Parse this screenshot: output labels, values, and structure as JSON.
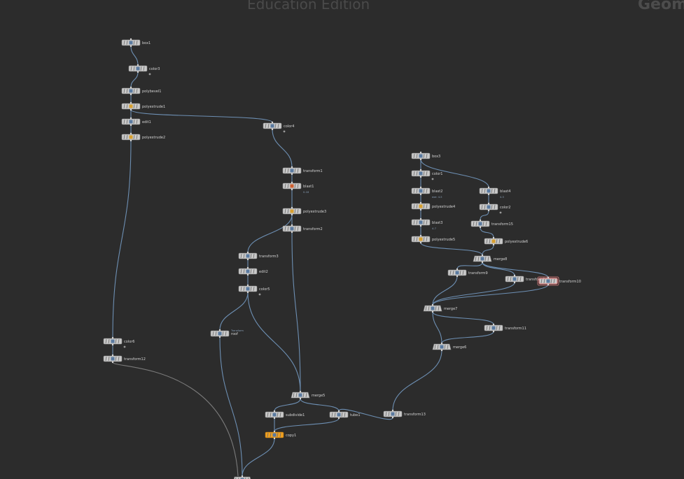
{
  "watermark_left": "Education Edition",
  "watermark_right": "Geom",
  "colors": {
    "wire": "#6d8fb3",
    "node": "#c9c9c9",
    "selected_outline": "#e08080",
    "render_flag": "#f0a020"
  },
  "nodes": [
    {
      "id": "box1",
      "label": "box1",
      "icon": "box-icon"
    },
    {
      "id": "color3",
      "label": "color3",
      "icon": "color-icon"
    },
    {
      "id": "polybevel1",
      "label": "polybevel1",
      "icon": "polybevel-icon"
    },
    {
      "id": "polyextrude1",
      "label": "polyextrude1",
      "icon": "polyextrude-icon"
    },
    {
      "id": "edit1",
      "label": "edit1",
      "icon": "edit-icon"
    },
    {
      "id": "polyextrude2",
      "label": "polyextrude2",
      "icon": "polyextrude-icon"
    },
    {
      "id": "color4",
      "label": "color4",
      "icon": "color-icon"
    },
    {
      "id": "transform1",
      "label": "transform1",
      "icon": "transform-icon"
    },
    {
      "id": "blast1",
      "label": "blast1",
      "sub": "0-18",
      "icon": "blast-icon"
    },
    {
      "id": "polyextrude3",
      "label": "polyextrude3",
      "icon": "polyextrude-icon"
    },
    {
      "id": "transform2",
      "label": "transform2",
      "icon": "transform-icon"
    },
    {
      "id": "transform3",
      "label": "transform3",
      "icon": "transform-icon"
    },
    {
      "id": "edit2",
      "label": "edit2",
      "icon": "edit-icon"
    },
    {
      "id": "color5",
      "label": "color5",
      "icon": "color-icon"
    },
    {
      "id": "roof",
      "label": "roof",
      "sub": "Transform",
      "icon": "transform-icon"
    },
    {
      "id": "color6",
      "label": "color6",
      "icon": "color-icon"
    },
    {
      "id": "transform12",
      "label": "transform12",
      "icon": "transform-icon"
    },
    {
      "id": "merge5",
      "label": "merge5",
      "icon": "merge-icon"
    },
    {
      "id": "subdivide1",
      "label": "subdivide1",
      "icon": "subdivide-icon"
    },
    {
      "id": "copy1",
      "label": "copy1",
      "icon": "copy-icon"
    },
    {
      "id": "tube1",
      "label": "tube1",
      "icon": "tube-icon"
    },
    {
      "id": "transform13",
      "label": "transform13",
      "icon": "transform-icon"
    },
    {
      "id": "box3",
      "label": "box3",
      "icon": "box-icon"
    },
    {
      "id": "color1",
      "label": "color1",
      "icon": "color-icon"
    },
    {
      "id": "blast2",
      "label": "blast2",
      "sub": "exe: 4-5",
      "icon": "blast-icon"
    },
    {
      "id": "polyextrude4",
      "label": "polyextrude4",
      "icon": "polyextrude-icon"
    },
    {
      "id": "blast3",
      "label": "blast3",
      "sub": "4-7",
      "icon": "blast-icon"
    },
    {
      "id": "polyextrude5",
      "label": "polyextrude5",
      "icon": "polyextrude-icon"
    },
    {
      "id": "blast4",
      "label": "blast4",
      "sub": "4-5",
      "icon": "blast-icon"
    },
    {
      "id": "color2",
      "label": "color2",
      "icon": "color-icon"
    },
    {
      "id": "transform15",
      "label": "transform15",
      "icon": "transform-icon"
    },
    {
      "id": "polyextrude6",
      "label": "polyextrude6",
      "icon": "polyextrude-icon"
    },
    {
      "id": "merge8",
      "label": "merge8",
      "icon": "merge-icon"
    },
    {
      "id": "transform9",
      "label": "transform9",
      "icon": "transform-icon"
    },
    {
      "id": "transform14",
      "label": "transform14",
      "icon": "transform-icon"
    },
    {
      "id": "transform10",
      "label": "transform10",
      "icon": "transform-icon"
    },
    {
      "id": "merge7",
      "label": "merge7",
      "icon": "merge-icon"
    },
    {
      "id": "transform11",
      "label": "transform11",
      "icon": "transform-icon"
    },
    {
      "id": "merge6",
      "label": "merge6",
      "icon": "merge-icon"
    },
    {
      "id": "output",
      "label": "",
      "icon": "merge-icon"
    }
  ]
}
